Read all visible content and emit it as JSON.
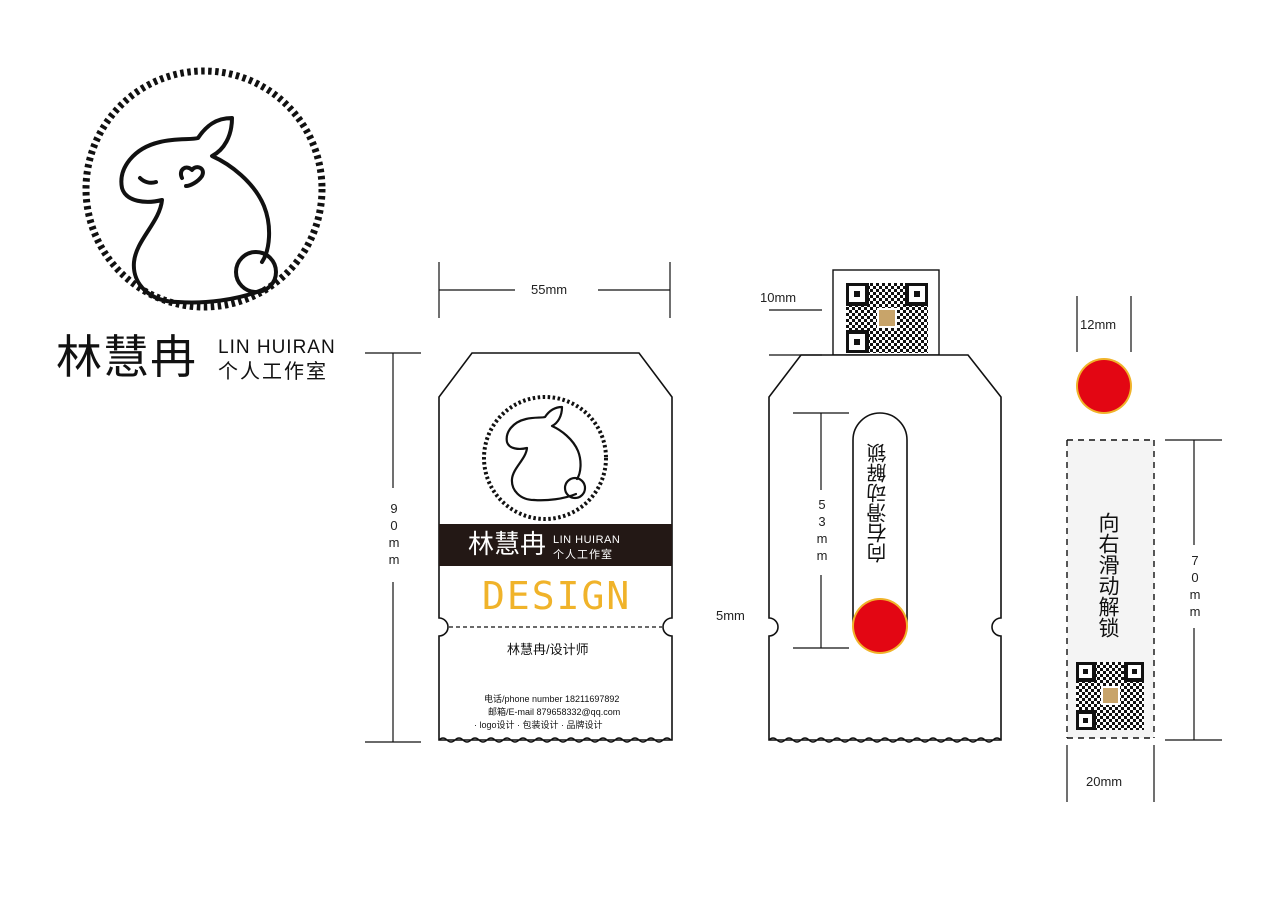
{
  "brand": {
    "name_cn": "林慧冉",
    "name_en": "LIN HUIRAN",
    "studio": "个人工作室",
    "logo_icon": "rabbit-in-dashed-circle-icon"
  },
  "front_card": {
    "width_label": "55mm",
    "height_label": "90mm",
    "design_word": "DESIGN",
    "title_line": "林慧冉/设计师",
    "phone_line": "电话/phone number   18211697892",
    "email_line": "邮箱/E-mail   879658332@qq.com",
    "services_line": "· logo设计   · 包装设计   · 品牌设计",
    "accent_color": "#f0b32a"
  },
  "sleeve_card": {
    "qr_label": "10mm",
    "slot_label": "53mm",
    "notch_label": "5mm",
    "slider_text": "向右滑动解锁",
    "slider_color": "#e30613"
  },
  "insert_strip": {
    "circle_label": "12mm",
    "height_label": "70mm",
    "width_label": "20mm",
    "strip_text": "向右滑动解锁",
    "circle_color": "#e30613",
    "circle_ring_color": "#f0b32a"
  }
}
